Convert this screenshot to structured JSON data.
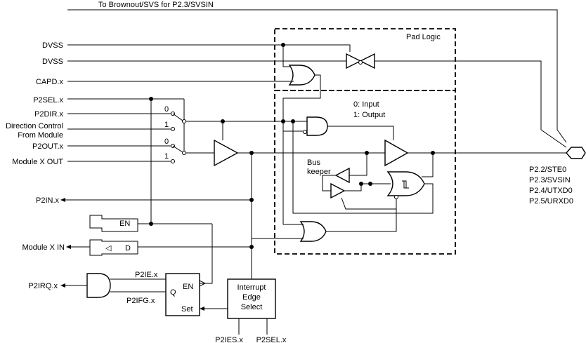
{
  "top_label": "To Brownout/SVS for P2.3/SVSIN",
  "inputs": {
    "dvss_1": "DVSS",
    "dvss_2": "DVSS",
    "capd": "CAPD.x",
    "p2sel": "P2SEL.x",
    "p2dir": "P2DIR.x",
    "dir_ctrl_1": "Direction Control",
    "dir_ctrl_2": "From Module",
    "p2out": "P2OUT.x",
    "module_out": "Module X OUT"
  },
  "outputs": {
    "p2in": "P2IN.x",
    "module_in": "Module X IN",
    "p2irq": "P2IRQ.x"
  },
  "mux_labels": {
    "dir0": "0",
    "dir1": "1",
    "out0": "0",
    "out1": "1"
  },
  "pad_logic": "Pad Logic",
  "direction_legend": {
    "input": "0: Input",
    "output": "1: Output"
  },
  "bus_keeper": {
    "line1": "Bus",
    "line2": "keeper"
  },
  "buffer_block": {
    "en": "EN",
    "d": "D",
    "triangle": "◁"
  },
  "flipflop": {
    "q": "Q",
    "en": "EN",
    "set": "Set"
  },
  "flag_labels": {
    "p2ie": "P2IE.x",
    "p2ifg": "P2IFG.x"
  },
  "interrupt_select": {
    "line1": "Interrupt",
    "line2": "Edge",
    "line3": "Select"
  },
  "bottom_labels": {
    "p2ies": "P2IES.x",
    "p2sel": "P2SEL.x"
  },
  "pin_names": [
    "P2.2/STE0",
    "P2.3/SVSIN",
    "P2.4/UTXD0",
    "P2.5/URXD0"
  ]
}
